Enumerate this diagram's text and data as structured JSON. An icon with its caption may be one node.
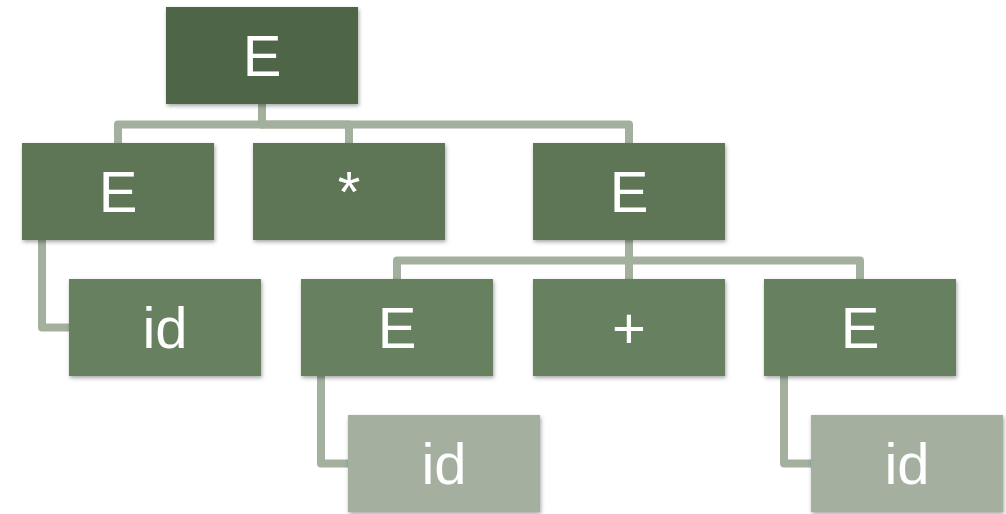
{
  "diagram": {
    "nodes": [
      {
        "text": [
          "E"
        ]
      },
      {
        "text": [
          "E"
        ]
      },
      {
        "text": [
          "*"
        ]
      },
      {
        "text": [
          "E"
        ]
      },
      {
        "text": [
          "id"
        ]
      },
      {
        "text": [
          "E"
        ]
      },
      {
        "text": [
          "+"
        ]
      },
      {
        "text": [
          "E"
        ]
      },
      {
        "text": [
          "id"
        ]
      },
      {
        "text": [
          "id"
        ]
      }
    ],
    "edges": [
      {
        "from": 0,
        "to": 1,
        "arrow": "none"
      },
      {
        "from": 0,
        "to": 2,
        "arrow": "none"
      },
      {
        "from": 0,
        "to": 3,
        "arrow": "none"
      },
      {
        "from": 1,
        "to": 4,
        "arrow": "none"
      },
      {
        "from": 3,
        "to": 5,
        "arrow": "none"
      },
      {
        "from": 3,
        "to": 6,
        "arrow": "none"
      },
      {
        "from": 3,
        "to": 7,
        "arrow": "none"
      },
      {
        "from": 5,
        "to": 8,
        "arrow": "none"
      },
      {
        "from": 7,
        "to": 9,
        "arrow": "none"
      }
    ]
  }
}
